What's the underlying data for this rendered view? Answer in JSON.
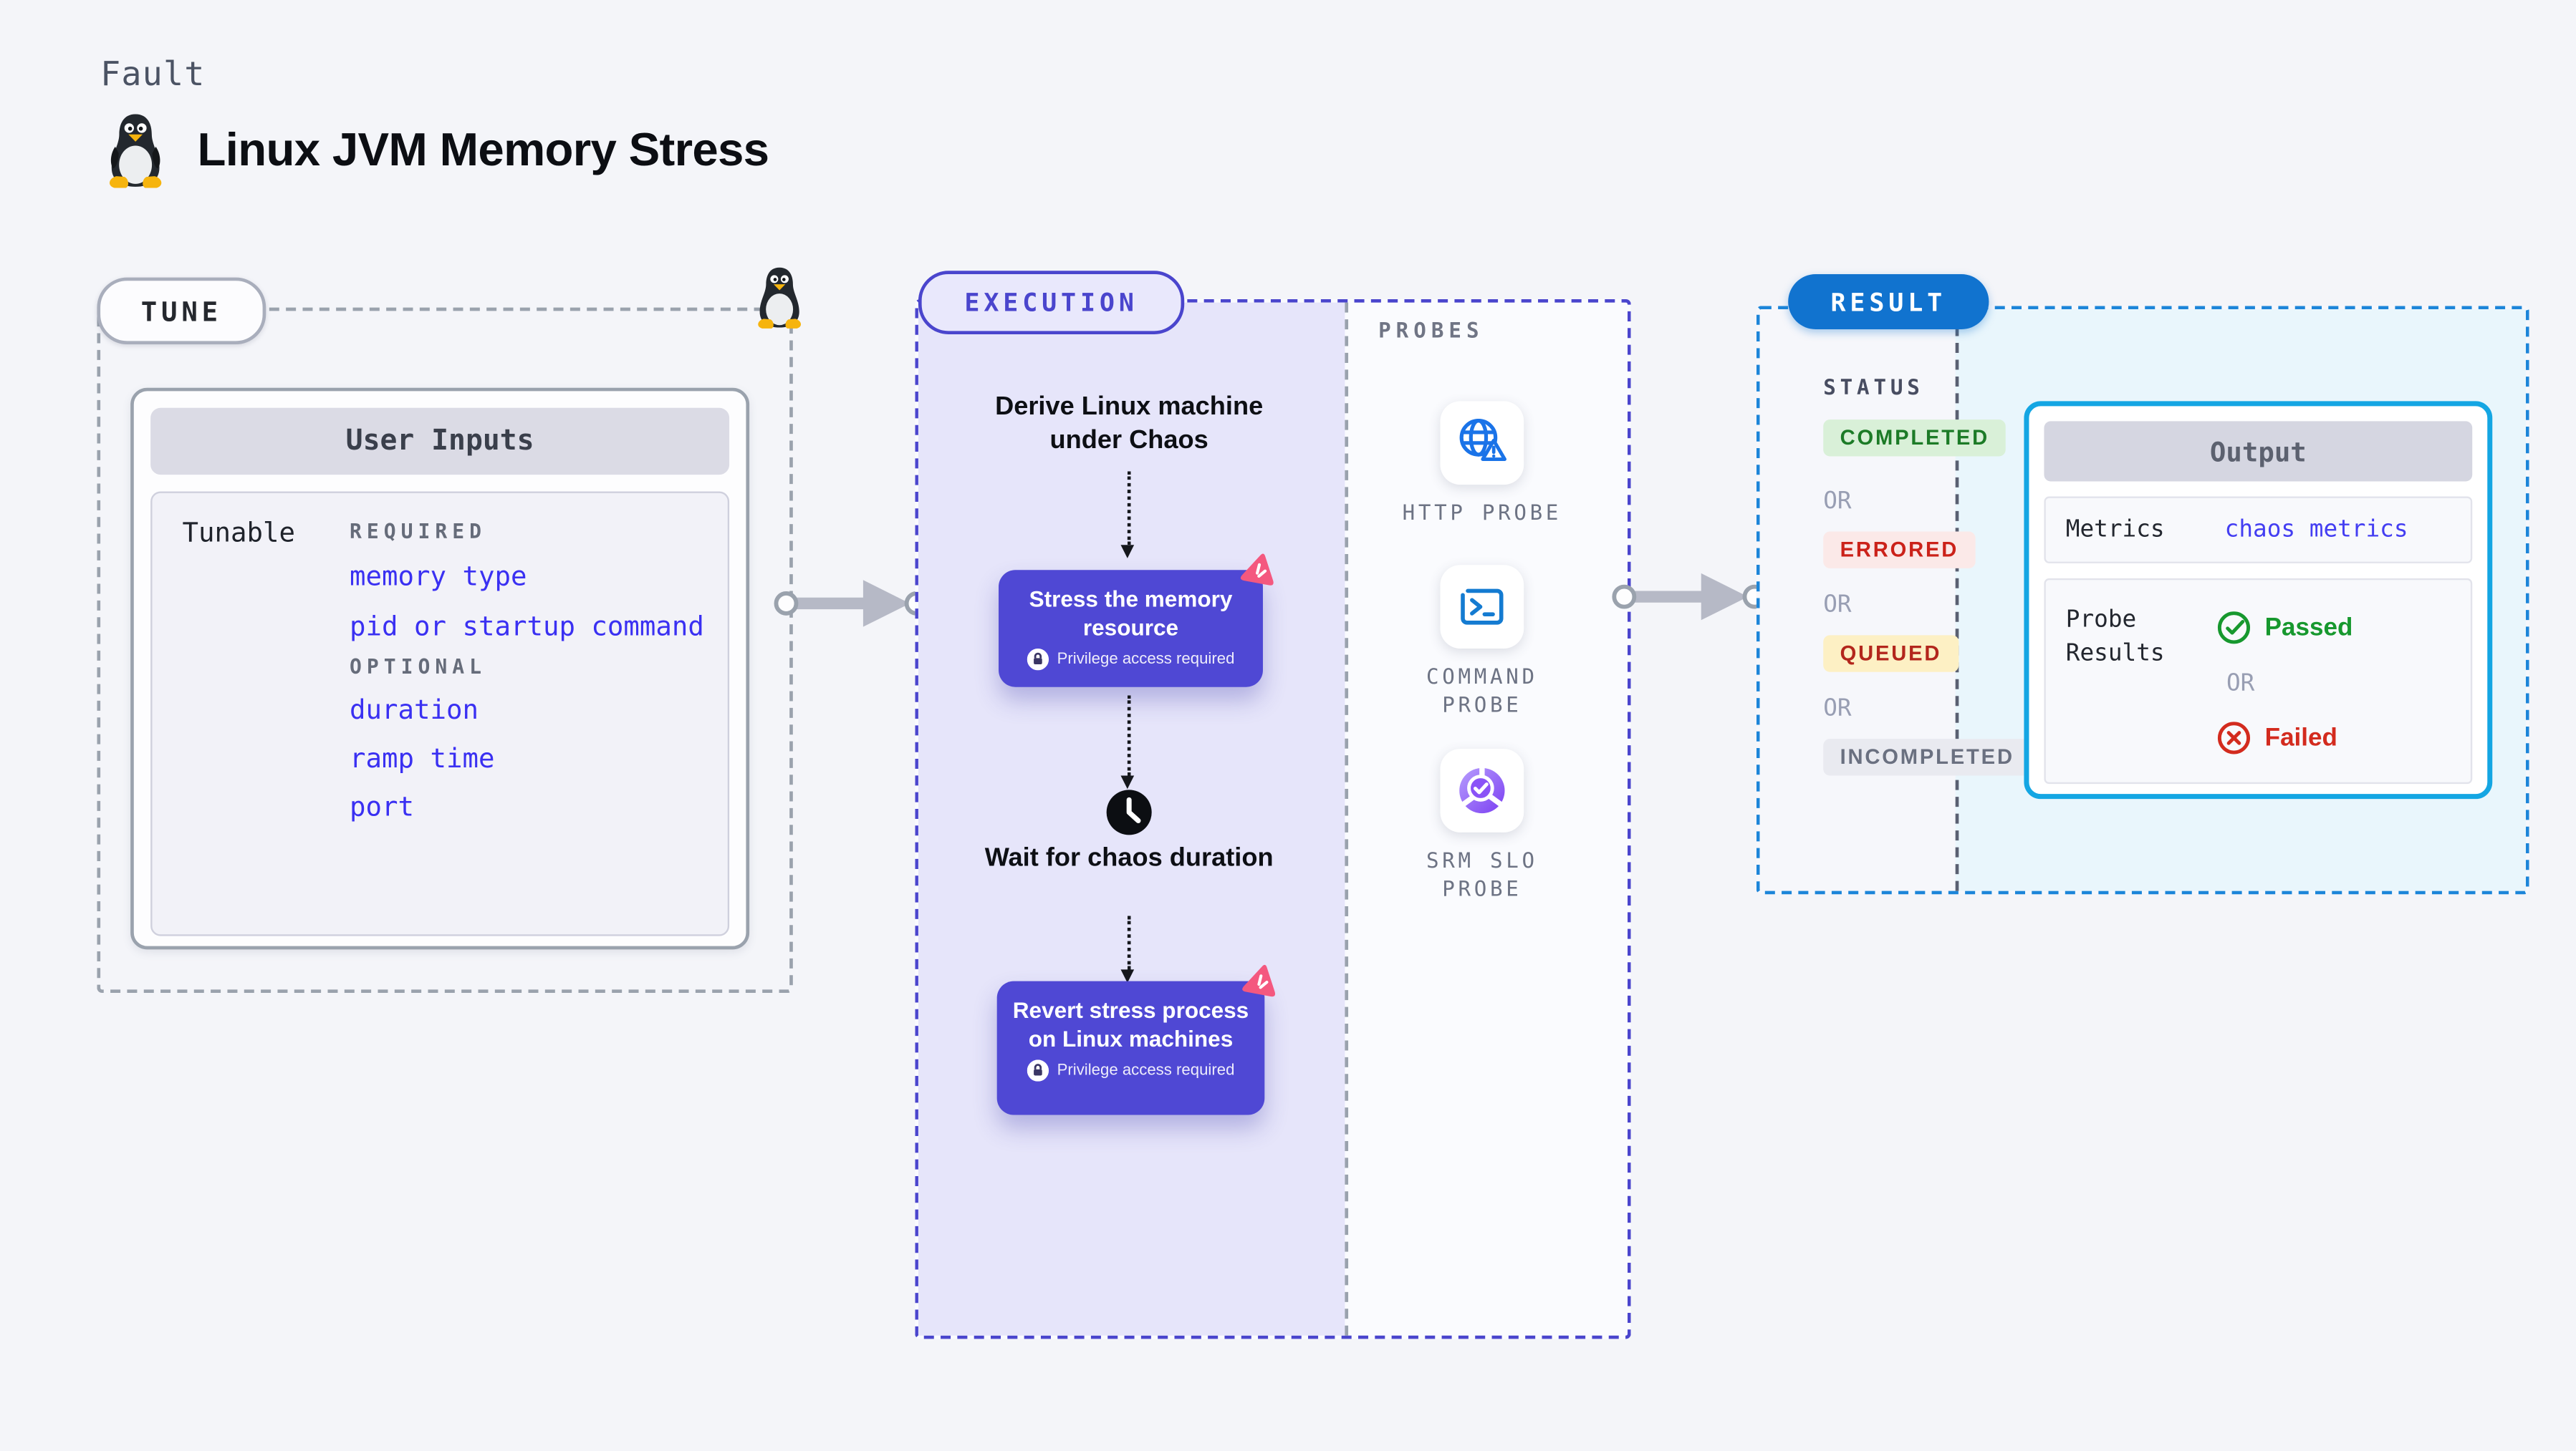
{
  "header": {
    "eyebrow": "Fault",
    "title": "Linux JVM Memory Stress",
    "title_icon": "tux-penguin-icon"
  },
  "tune": {
    "badge": "TUNE",
    "panel_title": "User Inputs",
    "row_label": "Tunable",
    "required_label": "REQUIRED",
    "required_items": [
      "memory type",
      "pid or startup command"
    ],
    "optional_label": "OPTIONAL",
    "optional_items": [
      "duration",
      "ramp time",
      "port"
    ]
  },
  "execution": {
    "badge": "EXECUTION",
    "steps": {
      "derive": "Derive Linux machine under Chaos",
      "stress": "Stress the memory resource",
      "stress_note": "Privilege access required",
      "wait": "Wait for chaos duration",
      "revert": "Revert stress process on Linux machines",
      "revert_note": "Privilege access required"
    }
  },
  "probes": {
    "label": "PROBES",
    "items": [
      {
        "name": "HTTP PROBE",
        "icon": "globe-alert-icon"
      },
      {
        "name": "COMMAND PROBE",
        "icon": "terminal-icon"
      },
      {
        "name": "SRM SLO PROBE",
        "icon": "slo-donut-check-icon"
      }
    ]
  },
  "result": {
    "badge": "RESULT",
    "status_label": "STATUS",
    "or_label": "OR",
    "statuses": [
      {
        "label": "COMPLETED",
        "color": "#1c7b27",
        "background": "#d9f0d8"
      },
      {
        "label": "ERRORED",
        "color": "#cb221a",
        "background": "#fbe9e8"
      },
      {
        "label": "QUEUED",
        "color": "#b3261c",
        "background": "#fdf0c4"
      },
      {
        "label": "INCOMPLETED",
        "color": "#6a7080",
        "background": "#e9eaf0"
      }
    ],
    "output": {
      "title": "Output",
      "metrics_label": "Metrics",
      "metrics_value": "chaos metrics",
      "probe_results_label": "Probe Results",
      "passed_label": "Passed",
      "failed_label": "Failed"
    }
  },
  "colors": {
    "page_background": "#f4f5f9",
    "accent_indigo": "#4a45cd",
    "node_indigo": "#4f48d4",
    "execution_background": "#e6e5fa",
    "link_blue": "#3a30f2",
    "result_blue": "#1173cf",
    "result_dash_blue": "#1c85d9",
    "output_border_cyan": "#14a6e3",
    "output_background_cyan": "#e9f6fc",
    "passed_green": "#17982e",
    "failed_red": "#d32b1e",
    "chaos_pink": "#f4587f"
  }
}
